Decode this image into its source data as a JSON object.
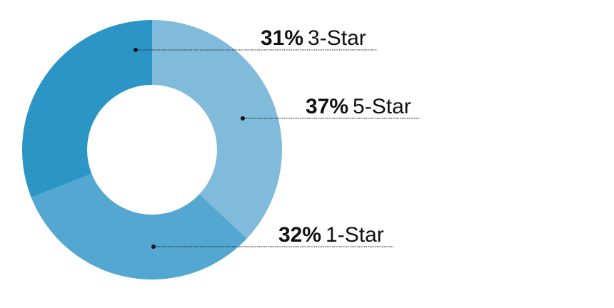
{
  "chart_data": {
    "type": "pie",
    "style": "donut",
    "slices": [
      {
        "name": "5-Star",
        "percent_label": "37%",
        "value": 37,
        "color": "#80bbdb"
      },
      {
        "name": "1-Star",
        "percent_label": "32%",
        "value": 32,
        "color": "#53a7d1"
      },
      {
        "name": "3-Star",
        "percent_label": "31%",
        "value": 31,
        "color": "#2b95c6"
      }
    ],
    "legend": "callout labels with leader lines",
    "center_color": "#ffffff"
  }
}
